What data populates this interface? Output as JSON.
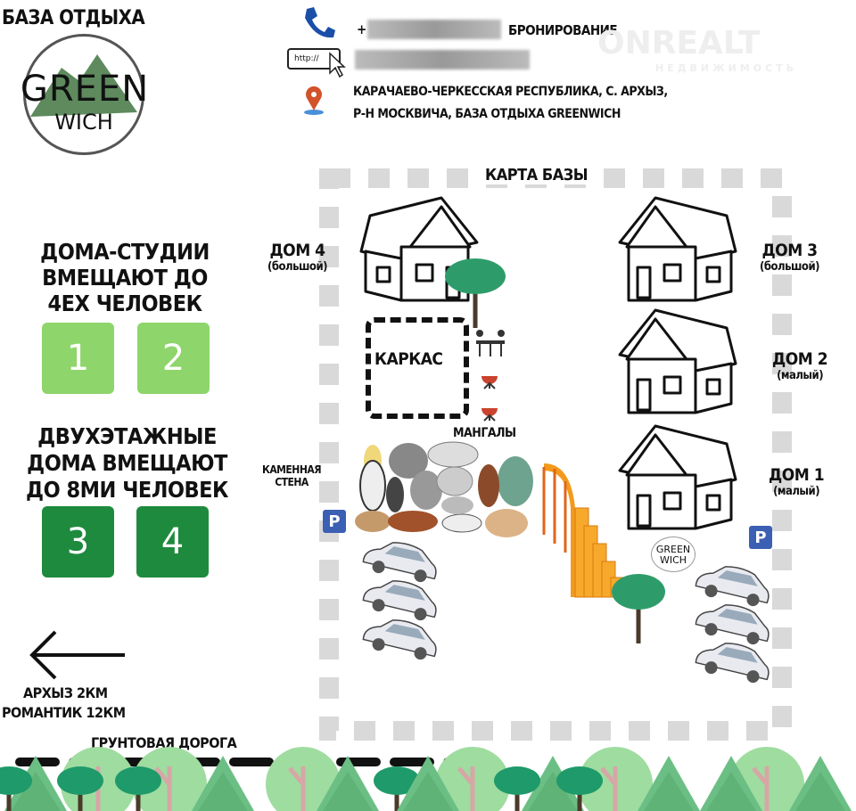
{
  "header": {
    "title": "База отдыха",
    "logo_text_top": "GREEN",
    "logo_text_bottom": "WICH",
    "phone_prefix": "+",
    "phone_label": "бронирование",
    "url_prefix": "http://",
    "address_line1": "Карачаево-Черкесская республика, с. Архыз,",
    "address_line2": "р-н Москвича, база отдыха Greenwich",
    "watermark": "ONREALT",
    "watermark_sub": "НЕДВИЖИМОСТЬ"
  },
  "legend": {
    "studio_text": [
      "Дома-студии",
      "вмещают до",
      "4ех человек"
    ],
    "studio_houses": [
      "1",
      "2"
    ],
    "twostory_text": [
      "Двухэтажные",
      "дома вмещают",
      "до 8ми человек"
    ],
    "twostory_houses": [
      "3",
      "4"
    ],
    "directions": [
      "Архыз 2км",
      "Романтик 12км"
    ],
    "road": "Грунтовая дорога"
  },
  "map": {
    "title": "Карта базы",
    "house4": [
      "Дом 4",
      "(большой)"
    ],
    "house3": [
      "Дом 3",
      "(большой)"
    ],
    "house2": [
      "Дом 2",
      "(малый)"
    ],
    "house1": [
      "Дом 1",
      "(малый)"
    ],
    "frame": "Каркас",
    "grills": "Мангалы",
    "stone_wall": [
      "Каменная",
      "стена"
    ],
    "parking": "P",
    "logo_top": "GREEN",
    "logo_bottom": "WICH"
  },
  "colors": {
    "light_green": "#8ed56b",
    "dark_green": "#1e8a3d",
    "parking_blue": "#3c5fb4",
    "stairs": "#f39a1c"
  }
}
